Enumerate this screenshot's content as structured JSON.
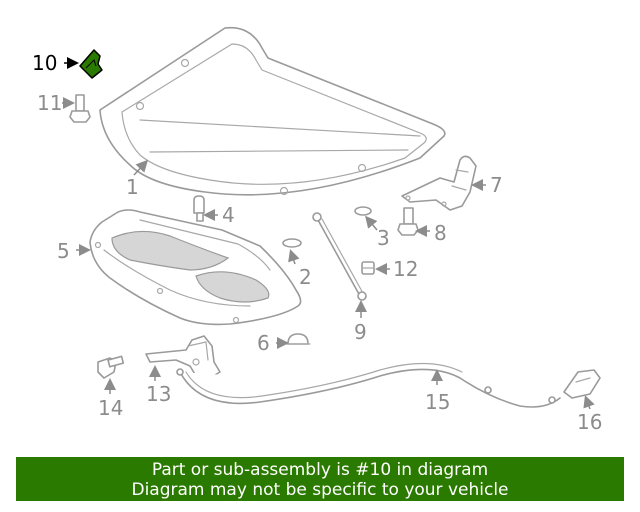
{
  "diagram": {
    "highlight_color": "#2a7a00",
    "callouts": {
      "c1": "1",
      "c2": "2",
      "c3": "3",
      "c4": "4",
      "c5": "5",
      "c6": "6",
      "c7": "7",
      "c8": "8",
      "c9": "9",
      "c10": "10",
      "c11": "11",
      "c12": "12",
      "c13": "13",
      "c14": "14",
      "c15": "15",
      "c16": "16"
    }
  },
  "banner": {
    "line1": "Part or sub-assembly is #10 in diagram",
    "line2": "Diagram may not be specific to your vehicle",
    "background": "#2a7a00"
  }
}
